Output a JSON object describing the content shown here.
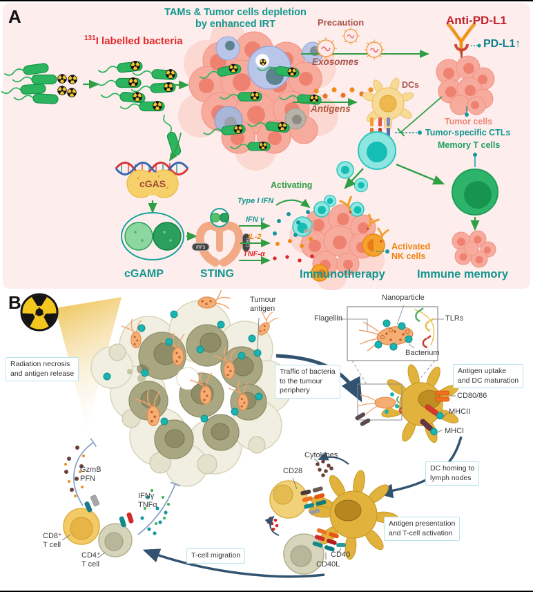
{
  "colors": {
    "teal": "#12968e",
    "red": "#e02b2b",
    "dark_red": "#c2202a",
    "brown": "#a8524a",
    "orange": "#f0820f",
    "green": "#2f9e44",
    "panel_a_bg": "#fdeeed",
    "arrow_blue": "#32536f",
    "note_border": "#b5e2ec",
    "salmon": "#f08575",
    "memory_green": "#1ca05e",
    "pd_teal": "#0c7f8c"
  },
  "panelA": {
    "panel_label": "A",
    "title": "TAMs & Tumor cells depletion\nby enhanced IRT",
    "isotope_sup": "131",
    "isotope_rest": "I labelled bacteria",
    "precaution": "Precaution",
    "exosomes": "Exosomes",
    "anti_pd_l1": "Anti-PD-L1",
    "pd_l1": "PD-L1",
    "pd_l1_arrow": "↑",
    "antigens": "Antigens",
    "dcs": "DCs",
    "tumor_cells": "Tumor cells",
    "tumor_specific_ctls": "Tumor-specific CTLs",
    "memory_t_cells": "Memory T cells",
    "cgas": "cGAS",
    "cgamp": "cGAMP",
    "sting": "STING",
    "irf3": "IRF3",
    "tbk1": "TBK1",
    "type_i_ifn": "Type I IFN",
    "activating": "Activating",
    "ifn_gamma": "IFN γ",
    "il_2": "IL-2",
    "tnf_alpha": "TNF-α",
    "activated_nk": "Activated\nNK cells",
    "immunotherapy": "Immunotherapy",
    "immune_memory": "Immune memory"
  },
  "panelB": {
    "panel_label": "B",
    "radiation_note": "Radiation necrosis\nand antigen release",
    "tumour_antigen": "Tumour\nantigen",
    "nanoparticle": "Nanoparticle",
    "flagellin": "Flagellin",
    "tlrs": "TLRs",
    "bacterium": "Bacterium",
    "traffic_note": "Traffic of bacteria\nto the tumour\nperiphery",
    "uptake_note": "Antigen uptake\nand DC maturation",
    "cd80_86": "CD80/86",
    "mhcii": "MHCII",
    "mhci": "MHCI",
    "dc_homing_note": "DC homing to\nlymph nodes",
    "cytokines": "Cytokines",
    "cd28": "CD28",
    "presentation_note": "Antigen presentation\nand T-cell activation",
    "cd40": "CD40",
    "cd40l": "CD40L",
    "gzmb_pfn": "GzmB\nPFN",
    "ifng_tnfa": "IFNγ\nTNFα",
    "cd8_t_cell": "CD8⁺\nT cell",
    "cd4_t_cell": "CD4⁺\nT cell",
    "t_cell_migration": "T-cell migration"
  }
}
